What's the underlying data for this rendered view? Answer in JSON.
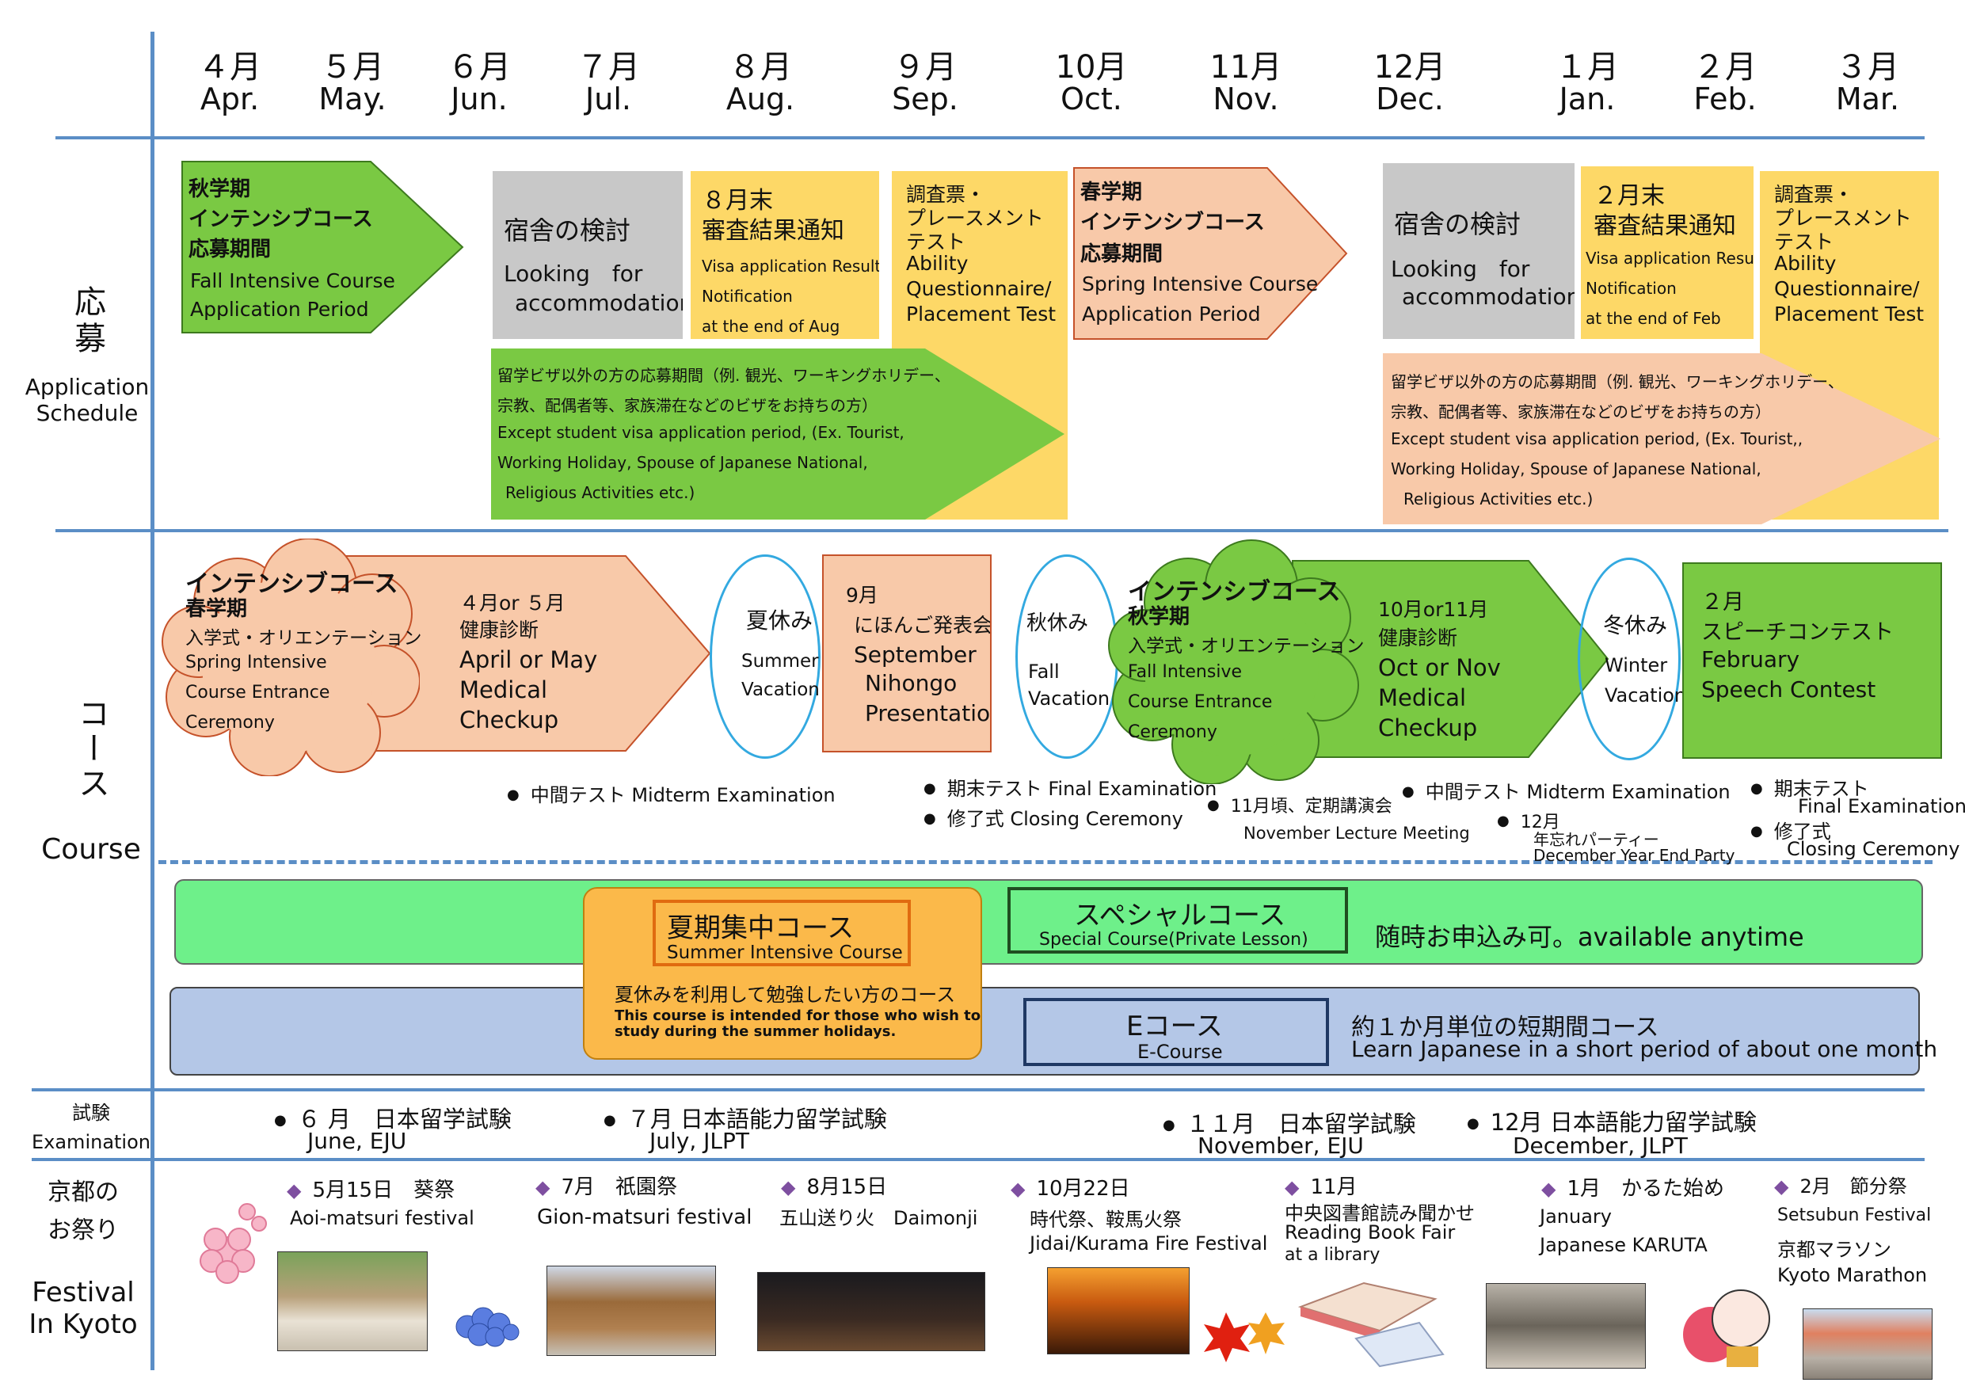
{
  "months": [
    {
      "ja": "４月",
      "en": "Apr."
    },
    {
      "ja": "５月",
      "en": "May."
    },
    {
      "ja": "６月",
      "en": "Jun."
    },
    {
      "ja": "７月",
      "en": "Jul."
    },
    {
      "ja": "８月",
      "en": "Aug."
    },
    {
      "ja": "９月",
      "en": "Sep."
    },
    {
      "ja": "10月",
      "en": "Oct."
    },
    {
      "ja": "11月",
      "en": "Nov."
    },
    {
      "ja": "12月",
      "en": "Dec."
    },
    {
      "ja": "１月",
      "en": "Jan."
    },
    {
      "ja": "２月",
      "en": "Feb."
    },
    {
      "ja": "３月",
      "en": "Mar."
    }
  ],
  "side": {
    "app_ja": "応募",
    "app_en1": "Application",
    "app_en2": "Schedule",
    "course_ja": "コース",
    "course_en": "Course",
    "exam_ja": "試験",
    "exam_en": "Examination",
    "fest_ja1": "京都の",
    "fest_ja2": "お祭り",
    "fest_en1": "Festival",
    "fest_en2": "In Kyoto"
  },
  "app": {
    "fall_app": {
      "l1": "秋学期",
      "l2": "インテンシブコース",
      "l3": "応募期間",
      "l4": "Fall Intensive Course",
      "l5": "Application Period"
    },
    "dorm1": {
      "ja": "宿舎の検討",
      "en1": "Looking　for",
      "en2": "accommodation"
    },
    "result1": {
      "ja1": "８月末",
      "ja2": "審査結果通知",
      "en1": "Visa application Result",
      "en2": "Notification",
      "en3": "at the end of Aug"
    },
    "survey1": {
      "l1": "調査票・",
      "l2": "プレースメント",
      "l3": "テスト",
      "l4": "Ability",
      "l5": "Questionnaire/",
      "l6": "Placement Test"
    },
    "spring_app": {
      "l1": "春学期",
      "l2": "インテンシブコース",
      "l3": "応募期間",
      "l4": "Spring Intensive Course",
      "l5": "Application Period"
    },
    "dorm2": {
      "ja": "宿舎の検討",
      "en1": "Looking　for",
      "en2": "accommodation"
    },
    "result2": {
      "ja1": "２月末",
      "ja2": "審査結果通知",
      "en1": "Visa application Result",
      "en2": "Notification",
      "en3": "at the end of Feb"
    },
    "survey2": {
      "l1": "調査票・",
      "l2": "プレースメント",
      "l3": "テスト",
      "l4": "Ability",
      "l5": "Questionnaire/",
      "l6": "Placement Test"
    },
    "except1": {
      "l1": "留学ビザ以外の方の応募期間（例. 観光、ワーキングホリデー、",
      "l2": "宗教、配偶者等、家族滞在などのビザをお持ちの方）",
      "l3": "Except student visa application period, (Ex. Tourist,",
      "l4": "Working Holiday, Spouse of Japanese National,",
      "l5": "Religious Activities etc.)"
    },
    "except2": {
      "l1": "留学ビザ以外の方の応募期間（例. 観光、ワーキングホリデー、",
      "l2": "宗教、配偶者等、家族滞在などのビザをお持ちの方）",
      "l3": "Except student visa application period, (Ex. Tourist,,",
      "l4": "Working Holiday, Spouse of Japanese National,",
      "l5": "Religious Activities etc.)"
    }
  },
  "course": {
    "spring_cloud": {
      "l1": "インテンシブコース",
      "l2": "春学期",
      "l3": "入学式・オリエンテーション",
      "l4": "Spring Intensive",
      "l5": "Course Entrance",
      "l6": "Ceremony"
    },
    "checkup1": {
      "l1": "４月or ５月",
      "l2": "健康診断",
      "l3": "April or May",
      "l4": "Medical",
      "l5": "Checkup"
    },
    "summer_vac": {
      "ja": "夏休み",
      "en1": "Summer",
      "en2": "Vacation"
    },
    "nihongo": {
      "l1": "9月",
      "l2": "にほんご発表会",
      "l3": "September",
      "l4": "Nihongo",
      "l5": "Presentation"
    },
    "fall_vac": {
      "ja": "秋休み",
      "en1": "Fall",
      "en2": "Vacation"
    },
    "fall_cloud": {
      "l1": "インテンシブコース",
      "l2": "秋学期",
      "l3": "入学式・オリエンテーション",
      "l4": "Fall Intensive",
      "l5": "Course Entrance",
      "l6": "Ceremony"
    },
    "checkup2": {
      "l1": "10月or11月",
      "l2": "健康診断",
      "l3": "Oct or Nov",
      "l4": "Medical",
      "l5": "Checkup"
    },
    "winter_vac": {
      "ja": "冬休み",
      "en1": "Winter",
      "en2": "Vacation"
    },
    "speech": {
      "l1": "２月",
      "l2": "スピーチコンテスト",
      "l3": "February",
      "l4": "Speech Contest"
    },
    "b1": "中間テスト  Midterm Examination",
    "b2": "期末テスト  Final Examination",
    "b3": "修了式  Closing Ceremony",
    "b4": "11月頃、定期講演会",
    "b4en": "November Lecture Meeting",
    "b5": "中間テスト  Midterm Examination",
    "b6": "12月",
    "b6ja": "年忘れパーティー",
    "b6en": "December Year End Party",
    "b7": "期末テスト",
    "b7en": "Final Examination",
    "b8": "修了式",
    "b8en": "Closing Ceremony",
    "summer_course": {
      "ja": "夏期集中コース",
      "en": "Summer Intensive Course",
      "desc_ja": "夏休みを利用して勉強したい方のコース",
      "desc_en1": "This course is intended for those who wish to",
      "desc_en2": "study during the summer holidays."
    },
    "special": {
      "ja": "スペシャルコース",
      "en": "Special Course(Private Lesson)",
      "note": "随時お申込み可。available anytime"
    },
    "ecourse": {
      "ja": "Eコース",
      "en": "E-Course",
      "note1": "約１か月単位の短期間コース",
      "note2": "Learn Japanese in a short period of about one month"
    }
  },
  "exams": [
    {
      "ja": "６ 月　日本留学試験",
      "en": "June, EJU"
    },
    {
      "ja": "７月 日本語能力留学試験",
      "en": "July, JLPT"
    },
    {
      "ja": "１１月　日本留学試験",
      "en": "November, EJU"
    },
    {
      "ja": "12月 日本語能力留学試験",
      "en": "December, JLPT"
    }
  ],
  "festivals": [
    {
      "l1": "5月15日　葵祭",
      "l2": "Aoi-matsuri festival",
      "l3": ""
    },
    {
      "l1": "7月　祇園祭",
      "l2": "Gion-matsuri festival",
      "l3": ""
    },
    {
      "l1": "8月15日",
      "l2": "五山送り火　Daimonji",
      "l3": ""
    },
    {
      "l1": "10月22日",
      "l2": "時代祭、鞍馬火祭",
      "l3": "Jidai/Kurama Fire Festival"
    },
    {
      "l1": "11月",
      "l2": "中央図書館読み聞かせ",
      "l3": "Reading Book Fair",
      "l4": "at a library"
    },
    {
      "l1": "1月　かるた始め",
      "l2": "January",
      "l3": "Japanese KARUTA"
    },
    {
      "l1": "2月　節分祭",
      "l2": "Setsubun Festival",
      "l3": "京都マラソン",
      "l4": "Kyoto Marathon"
    }
  ],
  "colors": {
    "green": "#7ac943",
    "salmon": "#f8c9a9",
    "yellow": "#fdd867",
    "gray": "#c8c8c8",
    "line": "#5b8ec6",
    "lightgreen": "#6ef08a",
    "lightblue": "#b4c7e7",
    "orange": "#fbb94a"
  }
}
